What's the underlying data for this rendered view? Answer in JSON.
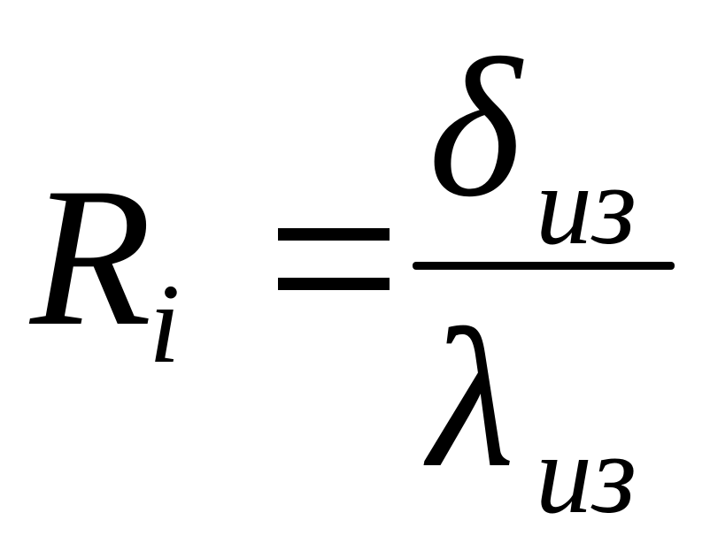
{
  "formula": {
    "lhs": {
      "symbol": "R",
      "subscript": "i"
    },
    "operator": "=",
    "numerator": {
      "symbol": "δ",
      "subscript": "из"
    },
    "denominator": {
      "symbol": "λ",
      "subscript": "из"
    }
  }
}
